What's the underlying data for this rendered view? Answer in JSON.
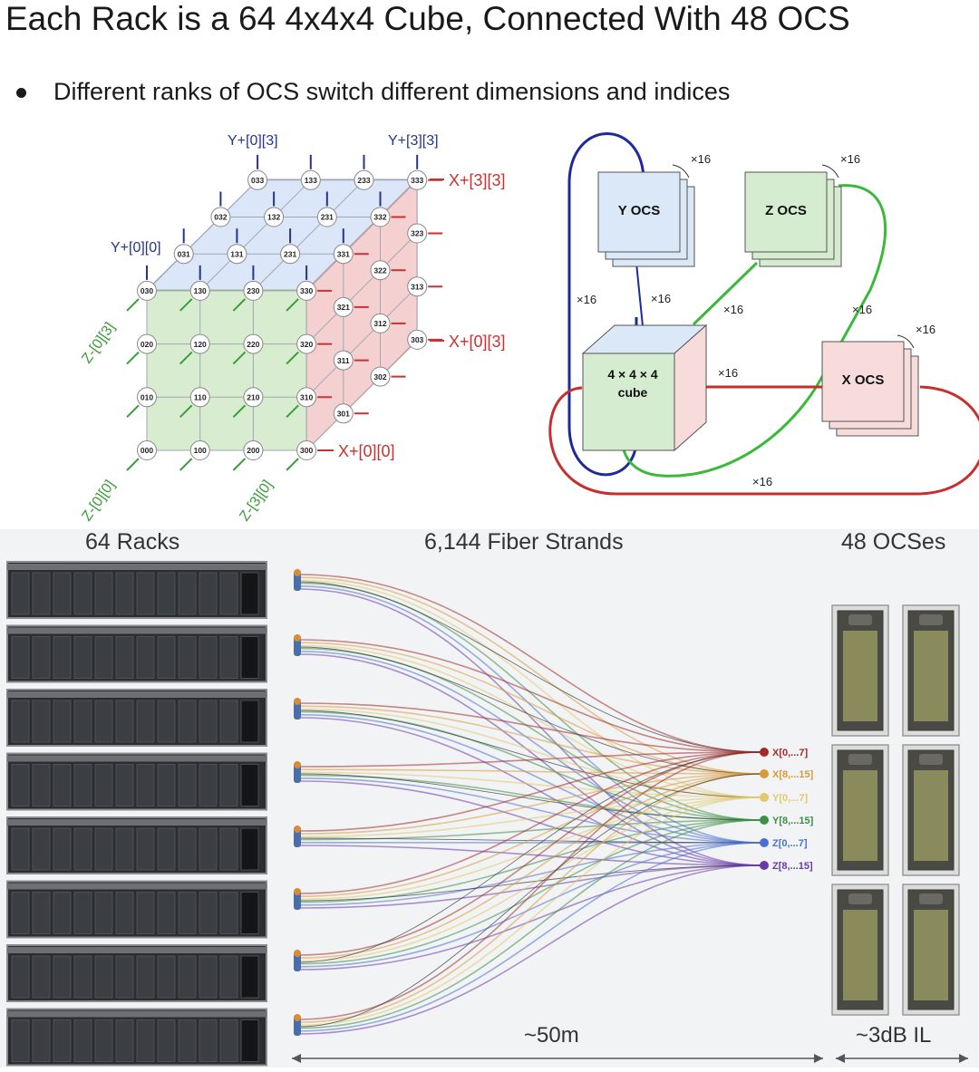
{
  "title": "Each Rack is a 64 4x4x4 Cube, Connected With 48 OCS",
  "bullet": "Different ranks of OCS switch different dimensions and indices",
  "cube": {
    "front_nodes": [
      "030",
      "130",
      "230",
      "330",
      "020",
      "120",
      "220",
      "320",
      "010",
      "110",
      "210",
      "310",
      "000",
      "100",
      "200",
      "300"
    ],
    "top_nodes": [
      "033",
      "133",
      "233",
      "333",
      "032",
      "132",
      "231",
      "332",
      "031",
      "131",
      "231",
      "331"
    ],
    "right_nodes": [
      "323",
      "322",
      "313",
      "321",
      "312",
      "303",
      "311",
      "302",
      "301"
    ],
    "labels": {
      "y_03": "Y+[0][3]",
      "y_33": "Y+[3][3]",
      "y_00": "Y+[0][0]",
      "x_33": "X+[3][3]",
      "x_03": "X+[0][3]",
      "x_00": "X+[0][0]",
      "z_03": "Z-[0][3]",
      "z_00": "Z-[0][0]",
      "z_30": "Z-[3][0]"
    }
  },
  "ocs_diagram": {
    "y_ocs": "Y OCS",
    "z_ocs": "Z OCS",
    "x_ocs": "X OCS",
    "cube_line1": "4 × 4 × 4",
    "cube_line2": "cube",
    "mult": "×16"
  },
  "bottom": {
    "racks_label": "64 Racks",
    "fiber_label": "6,144 Fiber Strands",
    "ocses_label": "48 OCSes",
    "distance_label": "~50m",
    "loss_label": "~3dB IL",
    "outputs": [
      {
        "label": "X[0,...7]",
        "color": "#a32a2a"
      },
      {
        "label": "X[8,...15]",
        "color": "#d89a3a"
      },
      {
        "label": "Y[0,...7]",
        "color": "#e3c86a"
      },
      {
        "label": "Y[8,...15]",
        "color": "#3e8e46"
      },
      {
        "label": "Z[0,...7]",
        "color": "#4a6fd0"
      },
      {
        "label": "Z[8,...15]",
        "color": "#6a3aa8"
      }
    ],
    "colors": {
      "red": "#a32a2a",
      "orange": "#d89a3a",
      "yellow": "#e3c86a",
      "green": "#3e8e46",
      "blue": "#4a6fd0",
      "purple": "#6a3aa8"
    }
  }
}
